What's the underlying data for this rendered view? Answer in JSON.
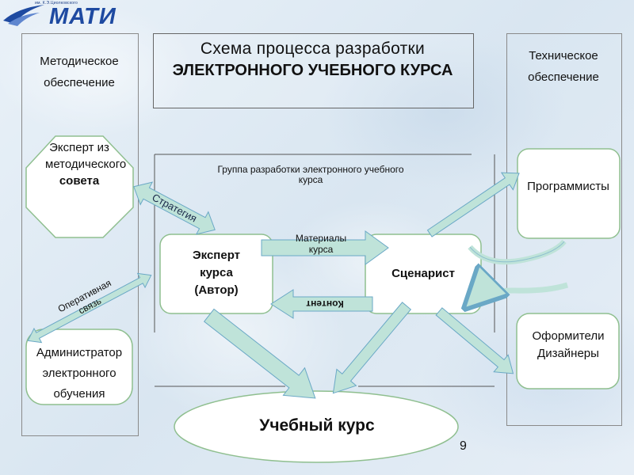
{
  "logo": {
    "subtitle": "им. К.Э.Циолковского",
    "text": "МАТИ"
  },
  "title": {
    "line1": "Схема процесса разработки",
    "line2": "ЭЛЕКТРОННОГО УЧЕБНОГО КУРСА"
  },
  "left_panel": {
    "label": "Методическое обеспечение"
  },
  "right_panel": {
    "label": "Техническое обеспечение"
  },
  "group": {
    "label": "Группа разработки электронного учебного курса"
  },
  "nodes": {
    "methodical_expert": {
      "text": "Эксперт из методического",
      "bold": "совета"
    },
    "administrator": {
      "text": "Администратор электронного обучения"
    },
    "course_expert": {
      "text": "Эксперт курса (Автор)"
    },
    "scenarist": {
      "text": "Сценарист"
    },
    "programmers": {
      "text": "Программисты"
    },
    "designers": {
      "text": "Оформители Дизайнеры"
    },
    "course": {
      "text": "Учебный курс"
    }
  },
  "arrows": {
    "strategy": "Стратегия",
    "feedback": "Оперативная связь",
    "materials": "Материалы курса",
    "content": "Контент"
  },
  "page_number": "9",
  "colors": {
    "arrow_fill": "#bfe3d9",
    "arrow_stroke": "#6aa8c6",
    "node_fill": "#ffffff",
    "logo_blue": "#1e4aa1"
  }
}
